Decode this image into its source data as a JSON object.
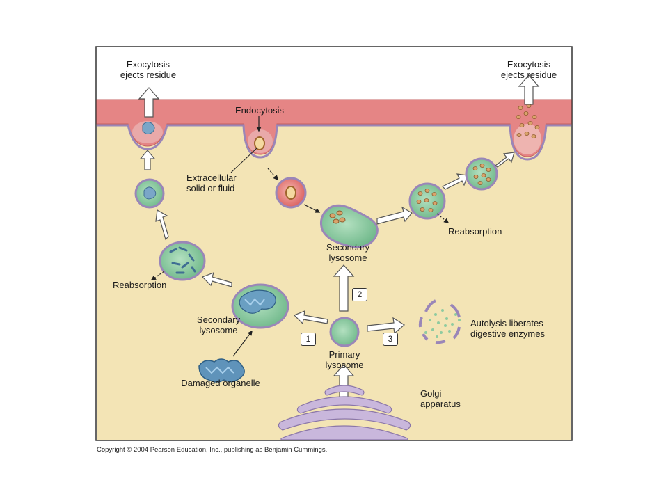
{
  "labels": {
    "exocytosis_left": [
      "Exocytosis",
      "ejects residue"
    ],
    "exocytosis_right": [
      "Exocytosis",
      "ejects residue"
    ],
    "endocytosis": "Endocytosis",
    "extracellular": [
      "Extracellular",
      "solid or fluid"
    ],
    "secondary_lysosome_top": [
      "Secondary",
      "lysosome"
    ],
    "secondary_lysosome_left": [
      "Secondary",
      "lysosome"
    ],
    "reabsorption_left": "Reabsorption",
    "reabsorption_right": "Reabsorption",
    "autolysis": [
      "Autolysis liberates",
      "digestive enzymes"
    ],
    "primary_lysosome": [
      "Primary",
      "lysosome"
    ],
    "damaged_organelle": "Damaged organelle",
    "golgi": [
      "Golgi",
      "apparatus"
    ]
  },
  "pathway_numbers": [
    "1",
    "2",
    "3"
  ],
  "copyright": "Copyright © 2004 Pearson Education, Inc., publishing as Benjamin Cummings.",
  "colors": {
    "cytoplasm": "#f3e4b5",
    "membrane": "#e58585",
    "lysosome_fill": "#8fcba0",
    "lysosome_rim": "#9a86b8",
    "golgi": "#c9b7dc"
  }
}
